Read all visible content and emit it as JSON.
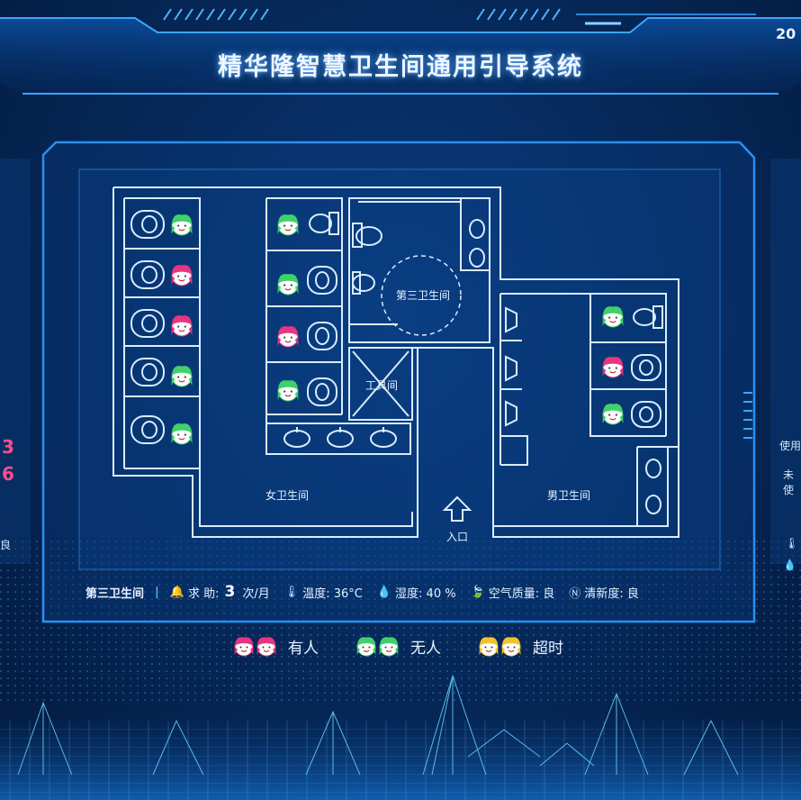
{
  "header": {
    "title": "精华隆智慧卫生间通用引导系统",
    "year_partial": "20"
  },
  "left_panel": {
    "value_1": "3",
    "value_2": "6",
    "value_3": "良"
  },
  "right_panel": {
    "line_1": "使用",
    "line_2": "未使"
  },
  "floorplan": {
    "womens_room_label": "女卫生间",
    "mens_room_label": "男卫生间",
    "third_restroom_label": "第三卫生间",
    "utility_room_label": "工具间",
    "entrance_label": "入口",
    "womens_left_stalls": [
      "vacant",
      "occupied",
      "occupied",
      "vacant",
      "vacant"
    ],
    "womens_right_stalls": [
      "vacant",
      "vacant",
      "occupied",
      "vacant"
    ],
    "mens_stalls": [
      "vacant",
      "occupied",
      "vacant"
    ]
  },
  "info_bar": {
    "name": "第三卫生间",
    "help_label": "求 助:",
    "help_count": "3",
    "help_unit": "次/月",
    "temp_label": "温度: 36°C",
    "humidity_label": "湿度: 40 %",
    "air_label": "空气质量: 良",
    "fresh_label": "清新度: 良"
  },
  "legend": {
    "occupied": "有人",
    "vacant": "无人",
    "overtime": "超时"
  },
  "colors": {
    "occupied": "#e8357f",
    "vacant": "#3fd16a",
    "overtime": "#f2c12e",
    "accent": "#4fb3ff",
    "line": "#d9ecff"
  }
}
